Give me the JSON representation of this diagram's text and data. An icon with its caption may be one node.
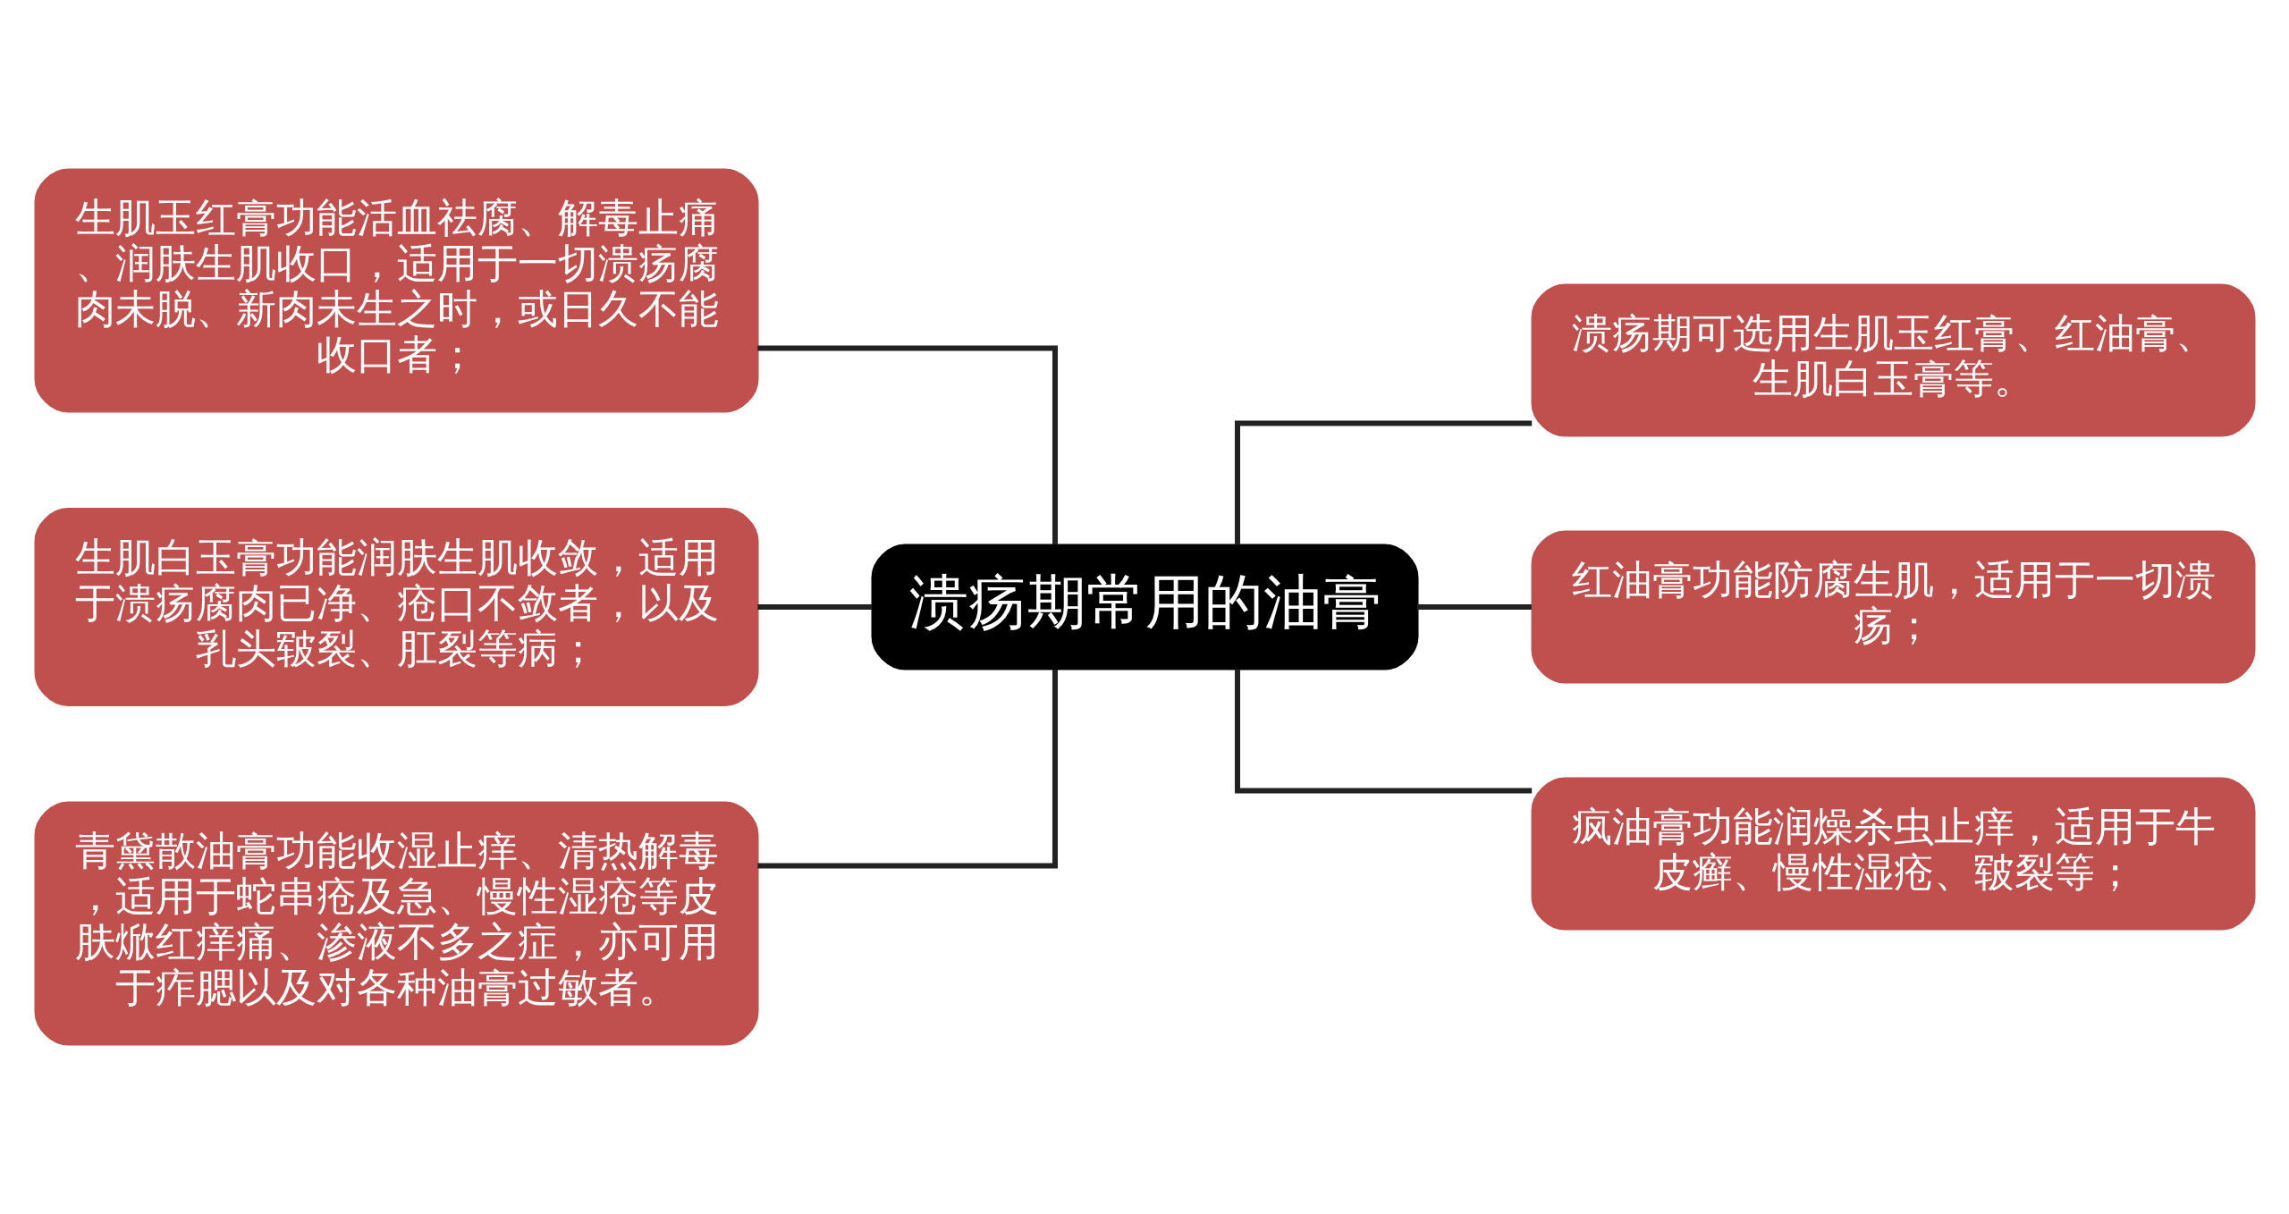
{
  "diagram": {
    "nodes": [
      {
        "text": [
          "溃疡期常用的油膏"
        ]
      },
      {
        "text": [
          "生肌玉红膏功能活血祛腐、解毒止痛、润肤生肌收口，适用于一切溃疡腐肉未脱、新肉未生之时，或日久不能收口者；"
        ]
      },
      {
        "text": [
          "生肌白玉膏功能润肤生肌收敛，适用于溃疡腐肉已净、疮口不敛者，以及乳头皲裂、肛裂等病；"
        ]
      },
      {
        "text": [
          "青黛散油膏功能收湿止痒、清热解毒，适用于蛇串疮及急、慢性湿疮等皮肤焮红痒痛、渗液不多之症，亦可用于痄腮以及对各种油膏过敏者。"
        ]
      },
      {
        "text": [
          "溃疡期可选用生肌玉红膏、红油膏、生肌白玉膏等。"
        ]
      },
      {
        "text": [
          "红油膏功能防腐生肌，适用于一切溃疡；"
        ]
      },
      {
        "text": [
          "疯油膏功能润燥杀虫止痒，适用于牛皮癣、慢性湿疮、皲裂等；"
        ]
      }
    ],
    "edges": [
      {
        "from": 0,
        "to": 1,
        "arrow": "none"
      },
      {
        "from": 0,
        "to": 2,
        "arrow": "none"
      },
      {
        "from": 0,
        "to": 3,
        "arrow": "none"
      },
      {
        "from": 0,
        "to": 4,
        "arrow": "none"
      },
      {
        "from": 0,
        "to": 5,
        "arrow": "none"
      },
      {
        "from": 0,
        "to": 6,
        "arrow": "none"
      }
    ]
  }
}
